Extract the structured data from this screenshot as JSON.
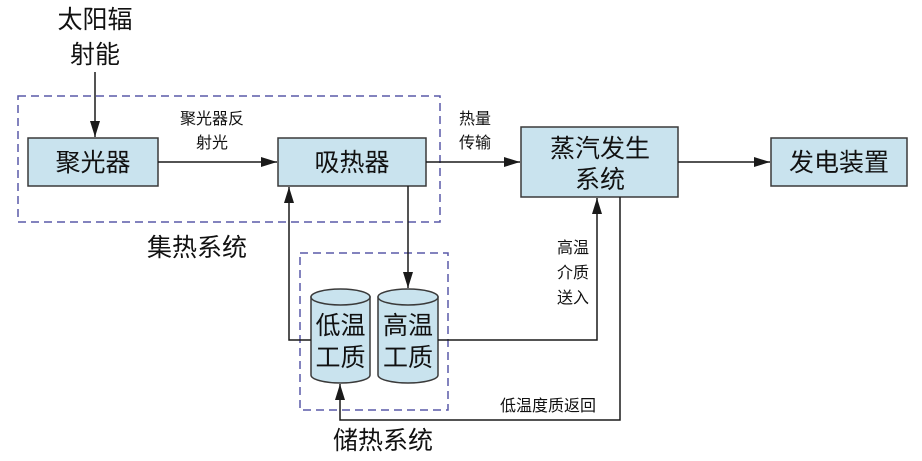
{
  "diagram": {
    "solar_input": {
      "lines": [
        "太阳辐",
        "射能"
      ]
    },
    "concentrator": {
      "label": "聚光器"
    },
    "reflected_light": {
      "lines": [
        "聚光器反",
        "射光"
      ]
    },
    "receiver": {
      "label": "吸热器"
    },
    "heat_transfer": {
      "lines": [
        "热量",
        "传输"
      ]
    },
    "steam_generator": {
      "lines": [
        "蒸汽发生",
        "系统"
      ]
    },
    "power_unit": {
      "label": "发电装置"
    },
    "collector_system": {
      "label": "集热系统"
    },
    "storage_system": {
      "label": "储热系统"
    },
    "low_temp_tank": {
      "lines": [
        "低温",
        "工质"
      ]
    },
    "high_temp_tank": {
      "lines": [
        "高温",
        "工质"
      ]
    },
    "hot_medium_in": {
      "lines": [
        "高温",
        "介质",
        "送入"
      ]
    },
    "cold_return": {
      "label": "低温度质返回"
    }
  },
  "colors": {
    "box_fill": "#c9e3ee",
    "box_stroke": "#3a3a3a",
    "dashed_border": "#5a5aa8",
    "line": "#1a1a1a"
  }
}
